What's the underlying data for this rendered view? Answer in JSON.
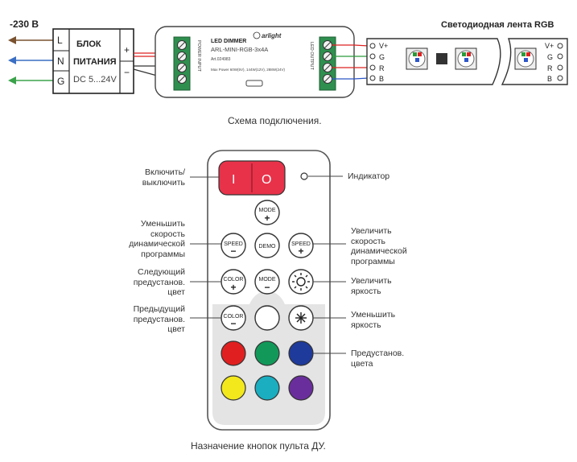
{
  "top_diagram": {
    "mains_label": "-230 B",
    "terminals_left": [
      "L",
      "N",
      "G"
    ],
    "psu": {
      "line1": "БЛОК",
      "line2": "ПИТАНИЯ",
      "line3": "DC 5...24V",
      "plus": "+",
      "minus": "−"
    },
    "dimmer": {
      "brand": "arlight",
      "line1": "LED DIMMER",
      "line2": "ARL-MINI-RGB-3x4A",
      "line3": "Art.024983",
      "line4": "Max Power 60W(5V), 144W(12V), 288W(24V)",
      "power_input": "POWER INPUT",
      "output_label": "LED OUTPUT"
    },
    "strip_title": "Светодиодная лента RGB",
    "strip_pins_left": [
      "V+",
      "G",
      "R",
      "B"
    ],
    "strip_pins_right": [
      "V+",
      "G",
      "R",
      "B"
    ],
    "caption": "Схема подключения."
  },
  "remote": {
    "caption": "Назначение кнопок пульта ДУ.",
    "buttons": {
      "power_off": "I",
      "power_on": "O",
      "mode": "MODE",
      "speed_minus": "SPEED",
      "demo": "DEMO",
      "speed_plus": "SPEED",
      "color_plus": "COLOR",
      "mode2": "MODE",
      "color_minus": "COLOR"
    },
    "labels_left": {
      "power": "Включить/\nвыключить",
      "speed_down": "Уменьшить\nскорость\nдинамической\nпрограммы",
      "next_preset": "Следующий\nпредустанов.\nцвет",
      "prev_preset": "Предыдущий\nпредустанов.\nцвет"
    },
    "labels_right": {
      "indicator": "Индикатор",
      "speed_up": "Увеличить\nскорость\nдинамической\nпрограммы",
      "bright_up": "Увеличить\nяркость",
      "bright_down": "Уменьшить\nяркость",
      "preset_colors": "Предустанов.\nцвета"
    }
  },
  "colors": {
    "arrow_brown": "#7a5230",
    "arrow_blue": "#3a6fc4",
    "arrow_green": "#3aa34a",
    "wire_red": "#d22",
    "wire_green": "#2a9a3a",
    "wire_blue": "#2c56c8",
    "power_red": "#e8324a",
    "btn_red": "#e02020",
    "btn_green": "#12995a",
    "btn_blue": "#1e3a9a",
    "btn_yellow": "#f2e81c",
    "btn_cyan": "#1aaec0",
    "btn_purple": "#6a2e9c"
  }
}
